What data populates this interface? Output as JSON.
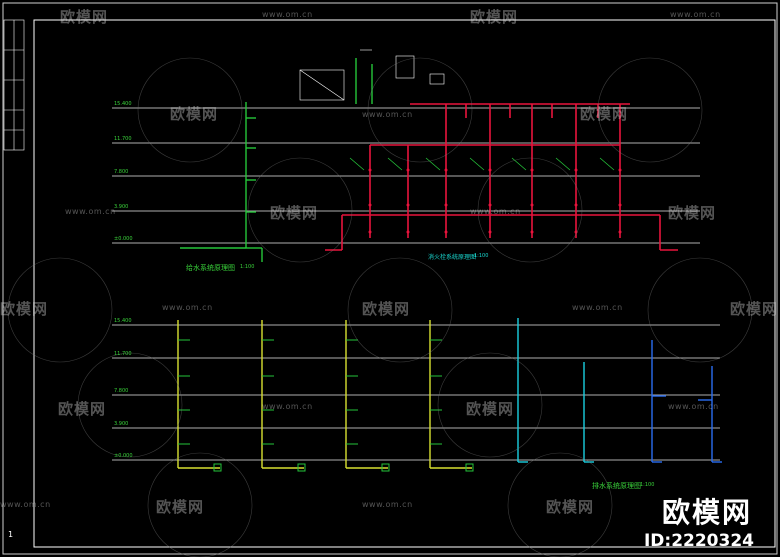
{
  "drawing": {
    "upper_title": "给水系统原理图",
    "upper_scale": "1:100",
    "lower_title": "排水系统原理图",
    "lower_scale": "1:100",
    "legend_title": "消火栓系统原理图",
    "legend_scale": "1:100",
    "floor_levels": [
      "15.400",
      "11.700",
      "7.800",
      "3.900",
      "±0.000"
    ],
    "sheet_number": "1"
  },
  "watermark": {
    "brand": "欧模网",
    "url": "www.om.cn",
    "id_text": "ID:2220324"
  },
  "colors": {
    "background": "#000000",
    "frame": "#ffffff",
    "supply_pipe": "#25c53a",
    "fire_pipe": "#e8143c",
    "drain_yellow": "#d8e030",
    "drain_cyan": "#19cfe0",
    "drain_blue": "#2a6cf0",
    "floor_line": "#ffffff"
  }
}
